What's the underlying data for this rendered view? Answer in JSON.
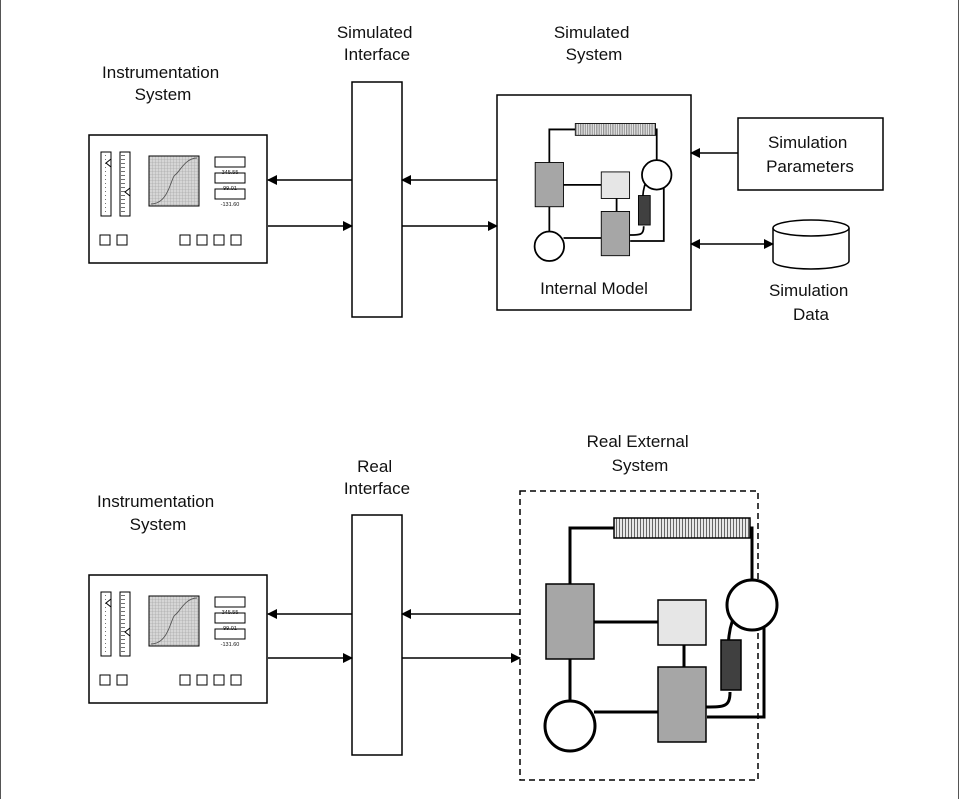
{
  "top": {
    "instrumentation_title": [
      "Instrumentation",
      "System"
    ],
    "interface_title": [
      "Simulated",
      "Interface"
    ],
    "system_title": [
      "Simulated",
      "System"
    ],
    "internal_model_label": "Internal Model",
    "parameters_label": [
      "Simulation",
      "Parameters"
    ],
    "data_label": [
      "Simulation",
      "Data"
    ]
  },
  "bottom": {
    "instrumentation_title": [
      "Instrumentation",
      "System"
    ],
    "interface_title": [
      "Real",
      "Interface"
    ],
    "system_title": [
      "Real External",
      "System"
    ]
  },
  "panel": {
    "readouts": [
      "345.55",
      "99.01",
      "-131.60"
    ]
  },
  "colors": {
    "stroke": "#000000",
    "component_dark_gray": "#a6a6a6",
    "component_light_gray": "#e6e6e6",
    "component_charcoal": "#404040",
    "plot_grid": "#9a9a9a"
  }
}
